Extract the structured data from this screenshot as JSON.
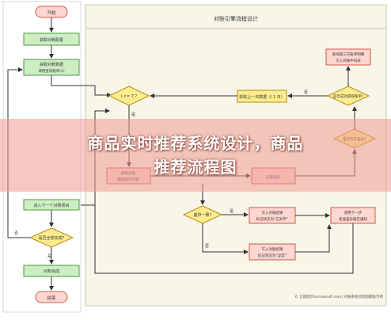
{
  "diagram": {
    "title": "对账引擎流程设计",
    "nodes": {
      "start": "开始",
      "init_config": "获取对账配置",
      "fetch_bill": "获取对账数据",
      "fetch_bill_sub": "调用查询账单(1)",
      "decision_main": "i <= 7 ?",
      "yes_label": "是",
      "no_label": "否",
      "next_task": "进入下一个对账项目",
      "decision_all_done": "是否全部完成?",
      "task_done": "对账完成",
      "end": "结束",
      "next_day": "获取上一日数据（i 1 日）",
      "query_ok_detail": "查询第三方账单明细",
      "query_ok_detail_sub": "写入对账中间表",
      "decision_fetch": "是否成功获取账单?",
      "decision_right": "是否存在差异?",
      "mid_box1": "按照对账",
      "mid_box1_sub": "规则进行比对",
      "mid_box2": "记录差异",
      "decision_diff": "差异一致?",
      "result_box1": "写入对账结果",
      "result_box1_sub": "标记状态为“已对平”",
      "result_box2": "写入对账结果",
      "result_box2_sub": "标记状态为“异常”",
      "notify_box": "调用下一步",
      "notify_box_sub": "发送差异报告通知"
    },
    "watermark": "© 亿图图示(edrawsoft.com) 对账系统流程图模板示例"
  },
  "banner": {
    "line1": "商品实时推荐系统设计，商品",
    "line2": "推荐流程图"
  },
  "colors": {
    "frame_bg": "#f7f6e8",
    "green_fill": "#cdeec4",
    "green_stroke": "#4c9a3d",
    "red_fill": "#ffd6d0",
    "red_stroke": "#d25a4a",
    "yellow_fill": "#ffec8f",
    "yellow_stroke": "#b58c10",
    "line": "#333333",
    "banner": "#ee9b94"
  }
}
